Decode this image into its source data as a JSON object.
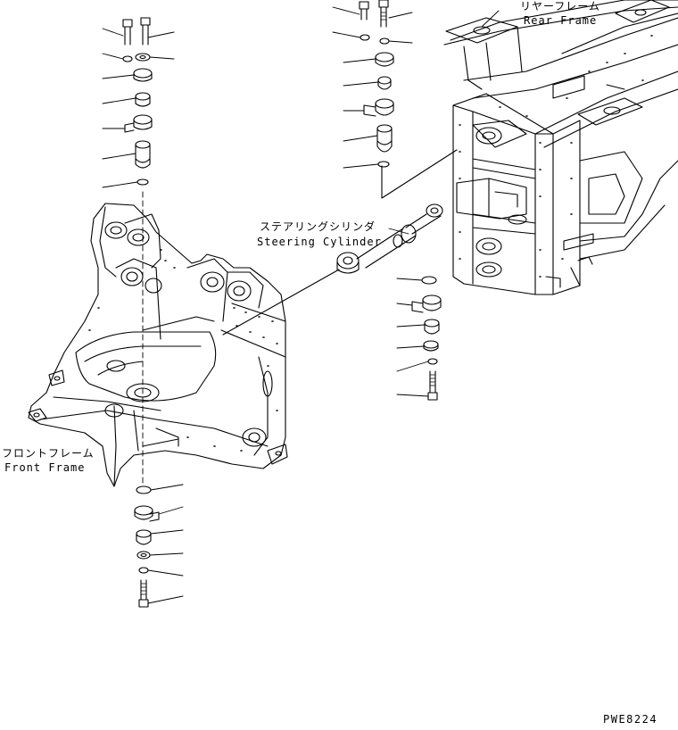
{
  "labels": {
    "rear_frame_jp": "リヤーフレーム",
    "rear_frame_en": "Rear Frame",
    "steering_cylinder_jp": "ステアリングシリンダ",
    "steering_cylinder_en": "Steering Cylinder",
    "front_frame_jp": "フロントフレーム",
    "front_frame_en": "Front Frame"
  },
  "drawing_code": "PWE8224"
}
